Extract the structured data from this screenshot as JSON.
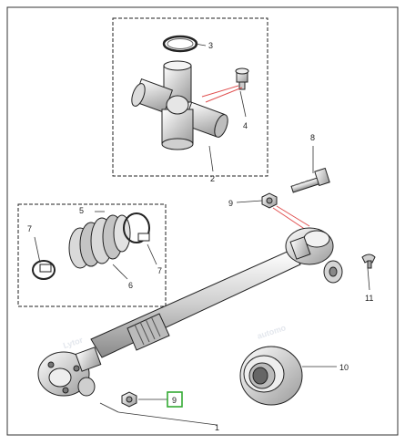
{
  "watermark": {
    "brand": "Lytor",
    "sub": "automo",
    "color": "#dfe3ea"
  },
  "highlight_color": "#33aa33",
  "leader_color": "#e05050",
  "callouts": {
    "c1": "1",
    "c2": "2",
    "c3": "3",
    "c4": "4",
    "c5": "5",
    "c6": "6",
    "c7a": "7",
    "c7b": "7",
    "c8": "8",
    "c9a": "9",
    "c9b": "9",
    "c10": "10",
    "c11": "11"
  }
}
